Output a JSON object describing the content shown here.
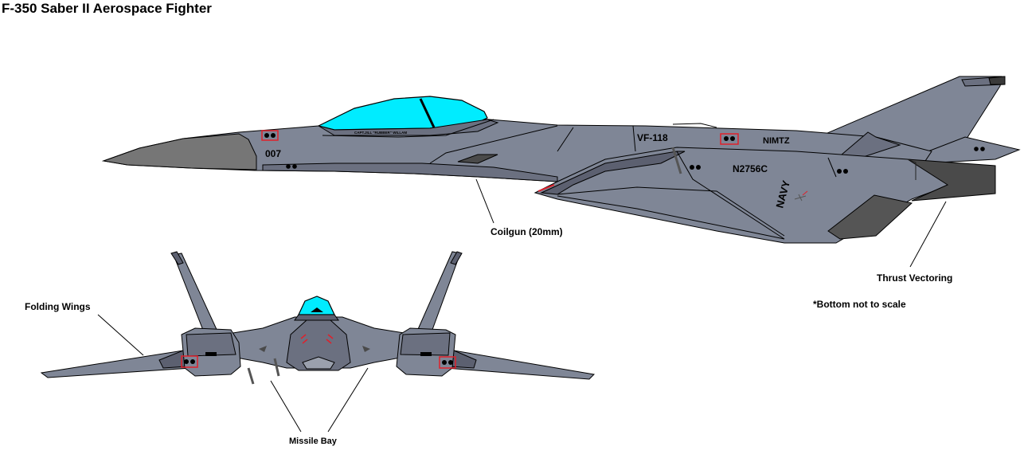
{
  "title": "F-350 Saber II Aerospace Fighter",
  "labels": {
    "coilgun": "Coilgun (20mm)",
    "thrust_vectoring": "Thrust Vectoring",
    "bottom_note": "*Bottom not to scale",
    "folding_wings": "Folding Wings",
    "missile_bay": "Missile Bay"
  },
  "markings": {
    "nose_number": "007",
    "squadron": "VF-118",
    "ship": "NIMTZ",
    "tail_number": "N2756C",
    "service": "NAVY",
    "canopy_name": "CAPT.JILL \"RUBBER\" WILLAM"
  },
  "colors": {
    "fuselage": "#7f8696",
    "fuselage_dark": "#5c6070",
    "nose": "#767676",
    "canopy": "#00ecff",
    "panel_dark": "#4a4a4a",
    "accent_red": "#e0202a",
    "outline": "#000000"
  }
}
